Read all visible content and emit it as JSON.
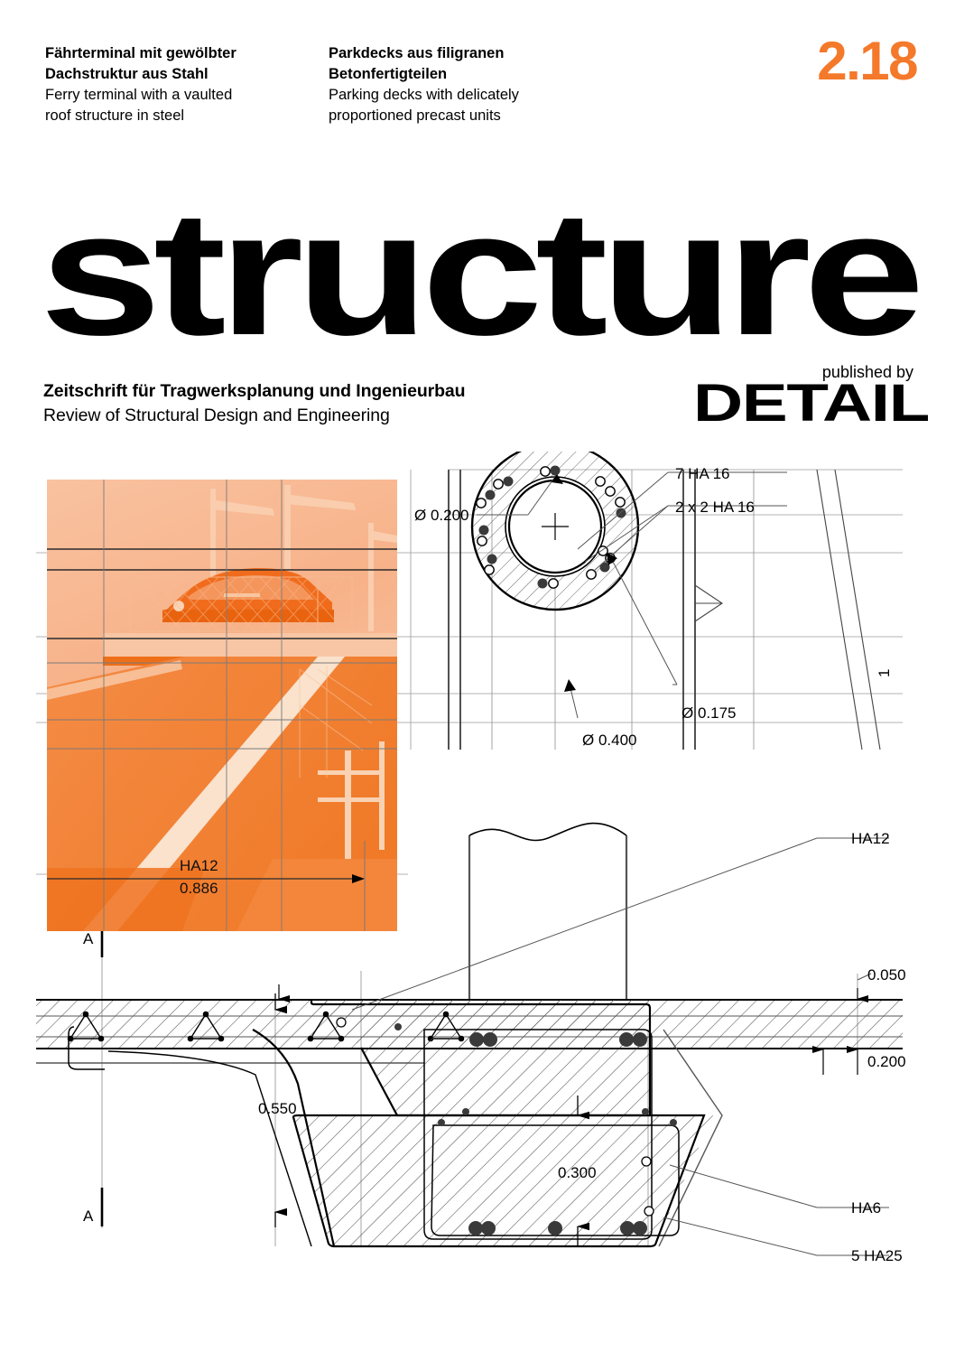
{
  "meta": {
    "accent_orange": "#F4792A",
    "photo_orange": "#F4792A",
    "ink": "#000000"
  },
  "header": {
    "teasers": [
      {
        "german_line_1": "Fährterminal mit gewölbter",
        "german_line_2": "Dachstruktur aus Stahl",
        "english_line_1": "Ferry terminal with a vaulted",
        "english_line_2": "roof structure in steel"
      },
      {
        "german_line_1": "Parkdecks aus filigranen",
        "german_line_2": "Betonfertigteilen",
        "english_line_1": "Parking decks with delicately",
        "english_line_2": "proportioned precast units"
      }
    ],
    "issue_number": "2.18"
  },
  "masthead": {
    "wordmark": "structure",
    "subtitle_german": "Zeitschrift für Tragwerksplanung und Ingenieurbau",
    "subtitle_english": "Review of Structural Design and Engineering",
    "published_by": "published by",
    "publisher": "DETAIL"
  },
  "drawing_top": {
    "title": "column cross-section detail",
    "labels": [
      {
        "id": "dia-200",
        "text": "Ø 0.200"
      },
      {
        "id": "ha16-7",
        "text": "7 HA 16"
      },
      {
        "id": "ha16-2x2",
        "text": "2 x 2 HA 16"
      },
      {
        "id": "dia-175",
        "text": "Ø 0.175"
      },
      {
        "id": "dia-400",
        "text": "Ø 0.400"
      },
      {
        "id": "sect-1",
        "text": "1"
      }
    ]
  },
  "drawing_bottom": {
    "title": "beam and slab section",
    "labels": [
      {
        "id": "ha12-right",
        "text": "HA12"
      },
      {
        "id": "dim-050",
        "text": "0.050"
      },
      {
        "id": "dim-200",
        "text": "0.200"
      },
      {
        "id": "dim-550",
        "text": "0.550"
      },
      {
        "id": "dim-300",
        "text": "0.300"
      },
      {
        "id": "ha6",
        "text": "HA6"
      },
      {
        "id": "ha25-5",
        "text": "5 HA25"
      },
      {
        "id": "sect-a-top",
        "text": "A"
      },
      {
        "id": "sect-a-bot",
        "text": "A"
      }
    ]
  },
  "photo_overlay": {
    "label_bar": "HA12",
    "label_dim": "0.886",
    "alt": "orange duotone photograph of a car on a precast concrete parking deck with lamp posts"
  }
}
